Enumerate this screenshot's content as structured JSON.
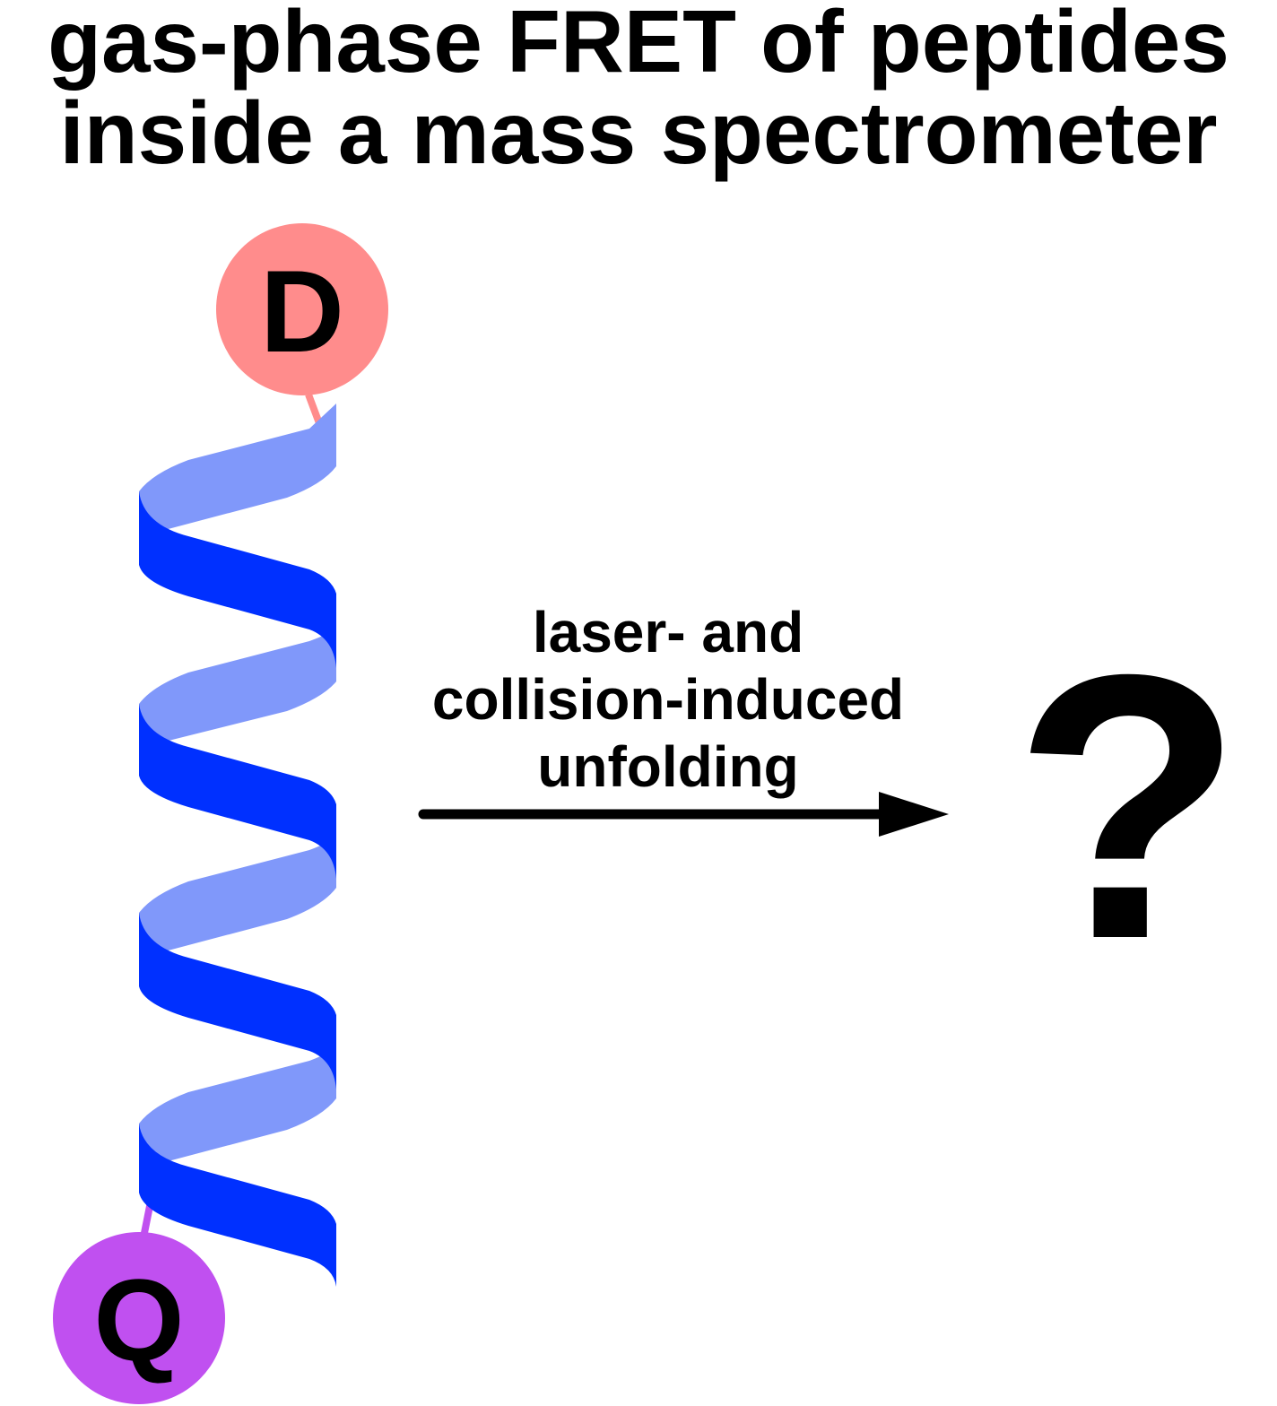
{
  "title": {
    "line1": "gas-phase FRET of peptides",
    "line2": "inside a mass spectrometer"
  },
  "donor": {
    "label": "D",
    "color": "#ff8c8c"
  },
  "quencher": {
    "label": "Q",
    "color": "#c050f0"
  },
  "helix": {
    "front_color": "#0030ff",
    "back_color": "#8098fa"
  },
  "arrow_label": {
    "line1": "laser- and",
    "line2": "collision-induced",
    "line3": "unfolding"
  },
  "result": {
    "symbol": "?"
  }
}
